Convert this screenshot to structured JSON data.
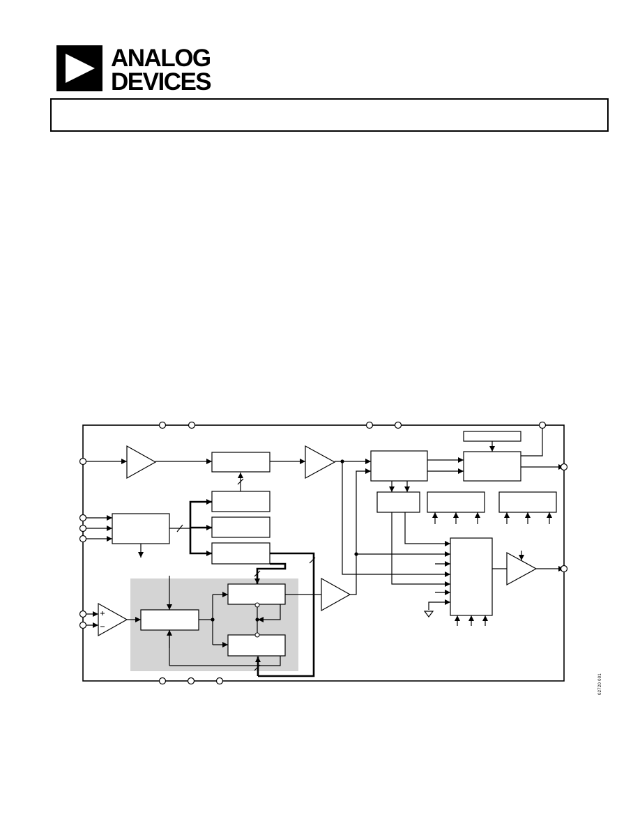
{
  "header": {
    "brand_line1": "ANALOG",
    "brand_line2": "DEVICES",
    "title": ""
  },
  "figure": {
    "code": "02720 001"
  },
  "colors": {
    "ink": "#000000",
    "shaded_region": "#d4d4d4"
  }
}
